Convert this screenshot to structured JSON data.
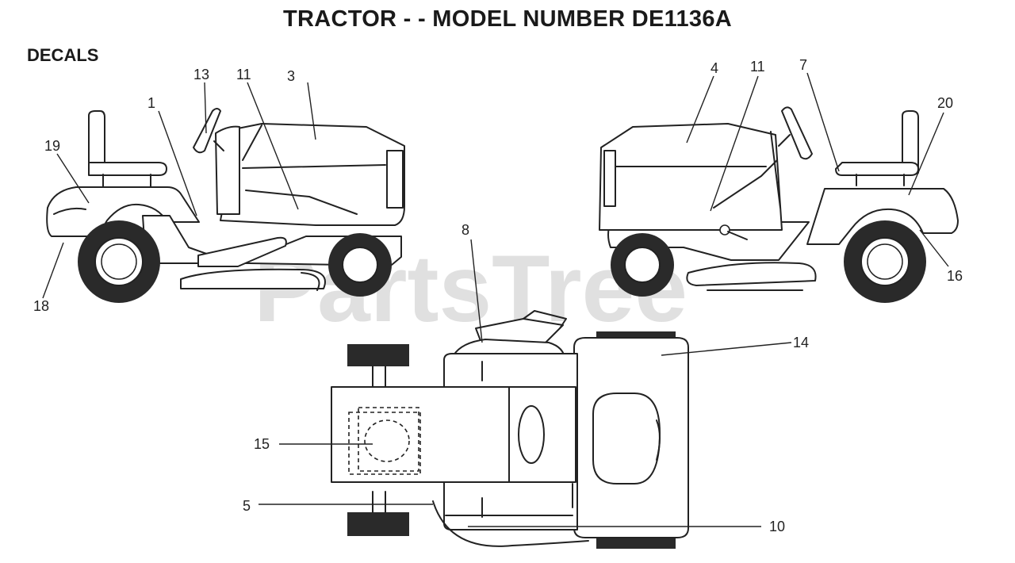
{
  "title": "TRACTOR - - MODEL NUMBER DE1136A",
  "section": "DECALS",
  "watermark": "PartsTree",
  "callouts": {
    "c1": "1",
    "c3": "3",
    "c4": "4",
    "c5": "5",
    "c7": "7",
    "c8": "8",
    "c10": "10",
    "c11_left": "11",
    "c11_right": "11",
    "c13": "13",
    "c14": "14",
    "c15": "15",
    "c16": "16",
    "c18": "18",
    "c19": "19",
    "c20": "20"
  }
}
